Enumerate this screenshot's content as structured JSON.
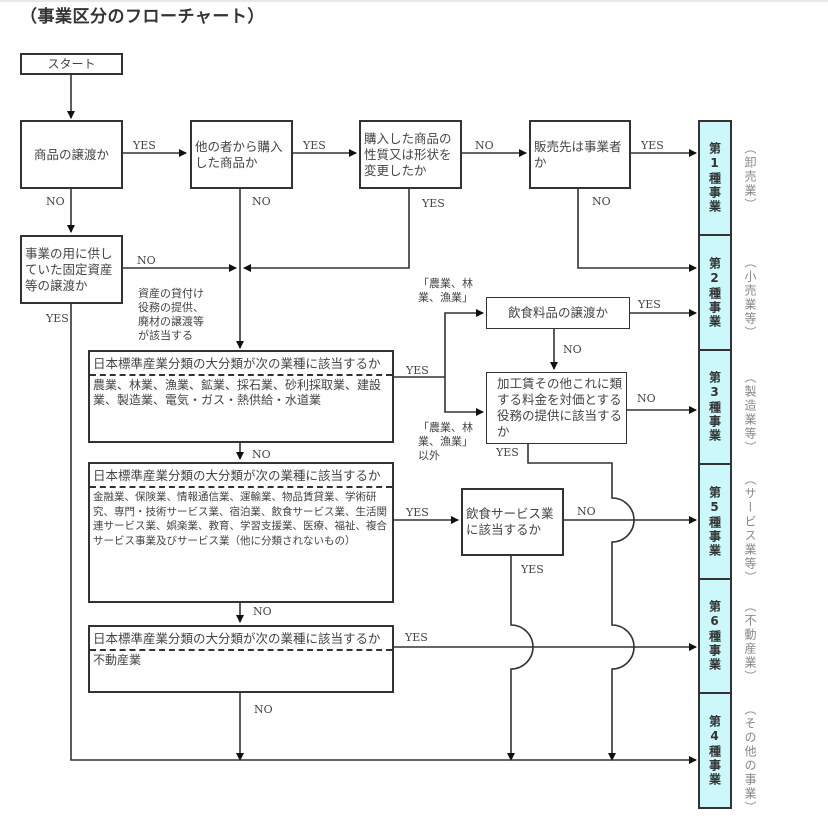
{
  "title": "（事業区分のフローチャート）",
  "nodes": {
    "start": "スタート",
    "q_goods_transfer": "商品の譲渡か",
    "q_purchased": "他の者から購入した商品か",
    "q_changed": "購入した商品の性質又は形状を変更したか",
    "q_buyer_business": "販売先は事業者か",
    "q_fixed_assets": "事業の用に供していた固定資産等の譲渡か",
    "q_food": "飲食料品の譲渡か",
    "q_processing": "加工賃その他これに類する料金を対価とする役務の提供に該当するか",
    "q_industry1_head": "日本標準産業分類の大分類が次の業種に該当するか",
    "q_industry1_list": "農業、林業、漁業、鉱業、採石業、砂利採取業、建設業、製造業、電気・ガス・熱供給・水道業",
    "q_industry2_head": "日本標準産業分類の大分類が次の業種に該当するか",
    "q_industry2_list": "金融業、保険業、情報通信業、運輸業、物品賃貸業、学術研究、専門・技術サービス業、宿泊業、飲食サービス業、生活関連サービス業、娯楽業、教育、学習支援業、医療、福祉、複合サービス事業及びサービス業（他に分類されないもの）",
    "q_restaurant": "飲食サービス業に該当するか",
    "q_industry3_head": "日本標準産業分類の大分類が次の業種に該当するか",
    "q_industry3_list": "不動産業"
  },
  "notes": {
    "asset_lease": "資産の貸付け\n役務の提供、\n廃材の譲渡等\nが該当する",
    "agri": "「農業、林\n業、漁業」",
    "non_agri": "「農業、林\n業、漁業」\n以外"
  },
  "labels": {
    "yes": "YES",
    "no": "NO"
  },
  "categories": [
    {
      "name": "第1種事業",
      "sub": "（卸売業）"
    },
    {
      "name": "第2種事業",
      "sub": "（小売業等）"
    },
    {
      "name": "第3種事業",
      "sub": "（製造業等）"
    },
    {
      "name": "第5種事業",
      "sub": "（サービス業等）"
    },
    {
      "name": "第6種事業",
      "sub": "（不動産業）"
    },
    {
      "name": "第4種事業",
      "sub": "（その他の事業）"
    }
  ],
  "colors": {
    "category_fill": "#ccf8fb",
    "line": "#333333"
  }
}
